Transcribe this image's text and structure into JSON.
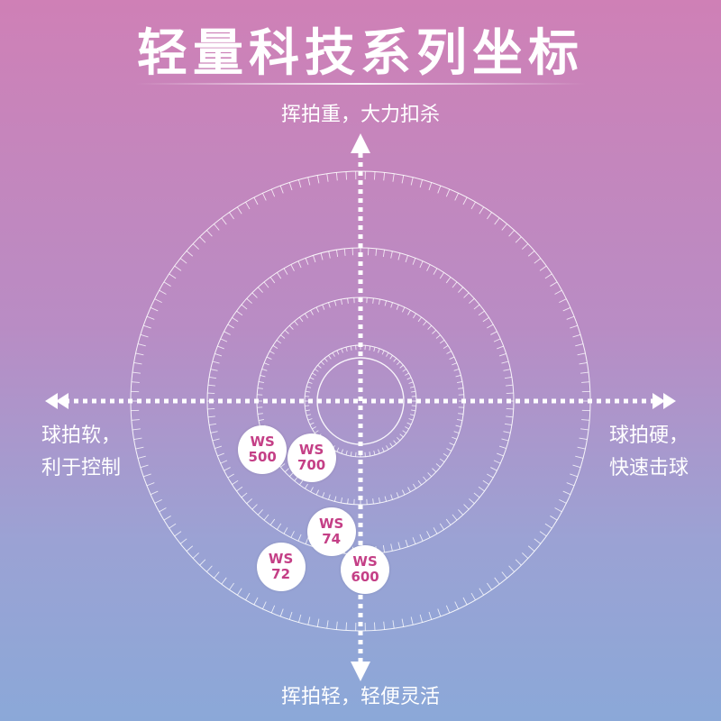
{
  "title": "轻量科技系列坐标",
  "axes": {
    "top": "挥拍重，大力扣杀",
    "bottom": "挥拍轻，轻便灵活",
    "left_line1": "球拍软，",
    "left_line2": "利于控制",
    "right_line1": "球拍硬，",
    "right_line2": "快速击球"
  },
  "products": [
    {
      "line1": "WS",
      "line2": "500",
      "x": -0.64,
      "y": -0.32
    },
    {
      "line1": "WS",
      "line2": "700",
      "x": -0.32,
      "y": -0.37
    },
    {
      "line1": "WS",
      "line2": "74",
      "x": -0.19,
      "y": -0.85
    },
    {
      "line1": "WS",
      "line2": "72",
      "x": -0.52,
      "y": -1.08
    },
    {
      "line1": "WS",
      "line2": "600",
      "x": 0.03,
      "y": -1.1
    }
  ]
}
